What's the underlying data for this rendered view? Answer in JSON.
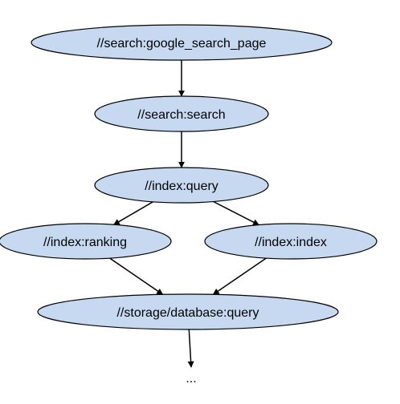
{
  "diagram": {
    "type": "dependency-graph",
    "node_fill": "#c6d9f1",
    "node_stroke": "#000000",
    "nodes": [
      {
        "id": "google_search_page",
        "label": "//search:google_search_page"
      },
      {
        "id": "search",
        "label": "//search:search"
      },
      {
        "id": "query",
        "label": "//index:query"
      },
      {
        "id": "ranking",
        "label": "//index:ranking"
      },
      {
        "id": "index",
        "label": "//index:index"
      },
      {
        "id": "db_query",
        "label": "//storage/database:query"
      }
    ],
    "edges": [
      {
        "from": "google_search_page",
        "to": "search"
      },
      {
        "from": "search",
        "to": "query"
      },
      {
        "from": "query",
        "to": "ranking"
      },
      {
        "from": "query",
        "to": "index"
      },
      {
        "from": "ranking",
        "to": "db_query"
      },
      {
        "from": "index",
        "to": "db_query"
      },
      {
        "from": "db_query",
        "to": "more"
      }
    ],
    "continuation_label": "..."
  }
}
